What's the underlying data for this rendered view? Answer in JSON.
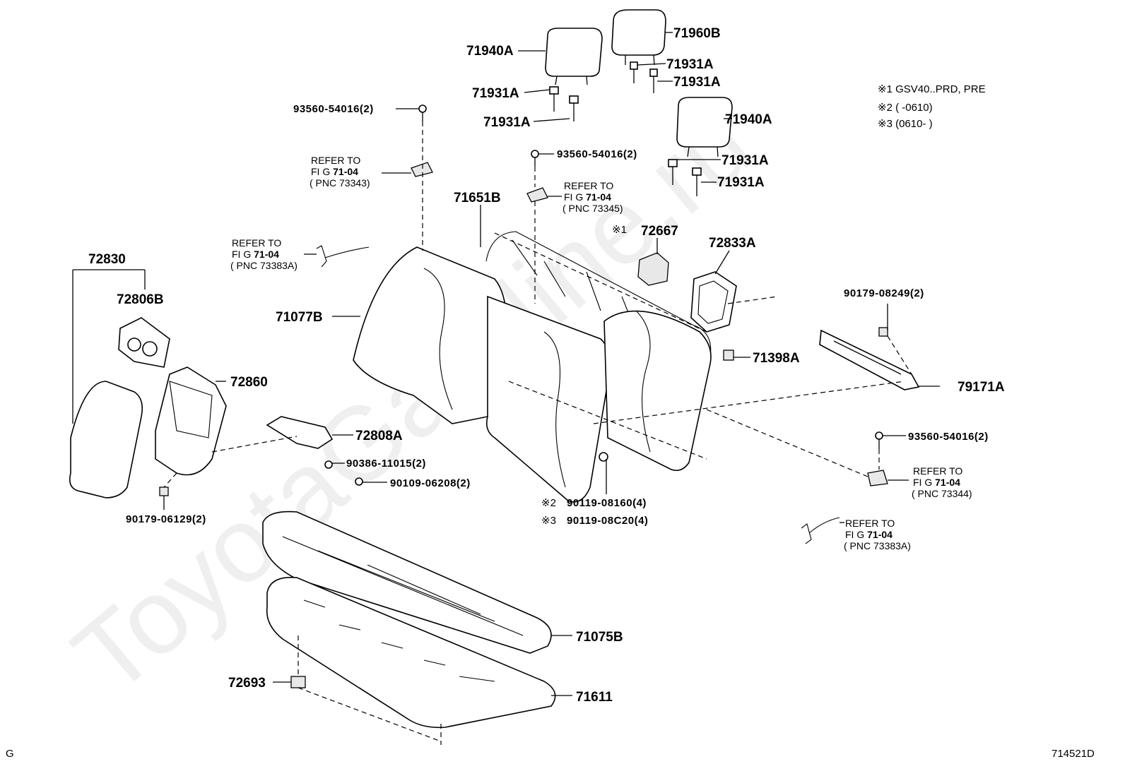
{
  "watermark": "ToyotaGarMine.ru",
  "corner_left": "G",
  "corner_right": "714521D",
  "notes": [
    {
      "mark": "※1",
      "text": "GSV40..PRD, PRE"
    },
    {
      "mark": "※2",
      "text": "(        -0610)"
    },
    {
      "mark": "※3",
      "text": "(0610-        )"
    }
  ],
  "parts": {
    "p71940A_a": "71940A",
    "p71960B": "71960B",
    "p71931A_a": "71931A",
    "p71931A_b": "71931A",
    "p71931A_c": "71931A",
    "p71931A_d": "71931A",
    "p71940A_b": "71940A",
    "p71931A_e": "71931A",
    "p71931A_f": "71931A",
    "p71651B": "71651B",
    "p72667": "72667",
    "p72833A": "72833A",
    "p72830": "72830",
    "p72806B": "72806B",
    "p71077B": "71077B",
    "p72860": "72860",
    "p72808A": "72808A",
    "p71398A": "71398A",
    "p79171A": "79171A",
    "p71075B": "71075B",
    "p72693": "72693",
    "p71611": "71611"
  },
  "part_numbers": {
    "n93560_a": "93560-54016(2)",
    "n93560_b": "93560-54016(2)",
    "n93560_c": "93560-54016(2)",
    "n90179_08249": "90179-08249(2)",
    "n90386": "90386-11015(2)",
    "n90109": "90109-06208(2)",
    "n90179_06129": "90179-06129(2)",
    "n90119_08160": "90119-08160(4)",
    "n90119_08C20": "90119-08C20(4)"
  },
  "markers": {
    "m1": "※1",
    "m2": "※2",
    "m3": "※3"
  },
  "refers": [
    {
      "l1": "REFER TO",
      "fig": "FI G",
      "figno": "71-04",
      "pnc": "( PNC 73343)"
    },
    {
      "l1": "REFER TO",
      "fig": "FI G",
      "figno": "71-04",
      "pnc": "( PNC 73345)"
    },
    {
      "l1": "REFER TO",
      "fig": "FI G",
      "figno": "71-04",
      "pnc": "( PNC 73383A)"
    },
    {
      "l1": "REFER TO",
      "fig": "FI G",
      "figno": "71-04",
      "pnc": "( PNC 73344)"
    },
    {
      "l1": "REFER TO",
      "fig": "FI G",
      "figno": "71-04",
      "pnc": "( PNC 73383A)"
    }
  ]
}
